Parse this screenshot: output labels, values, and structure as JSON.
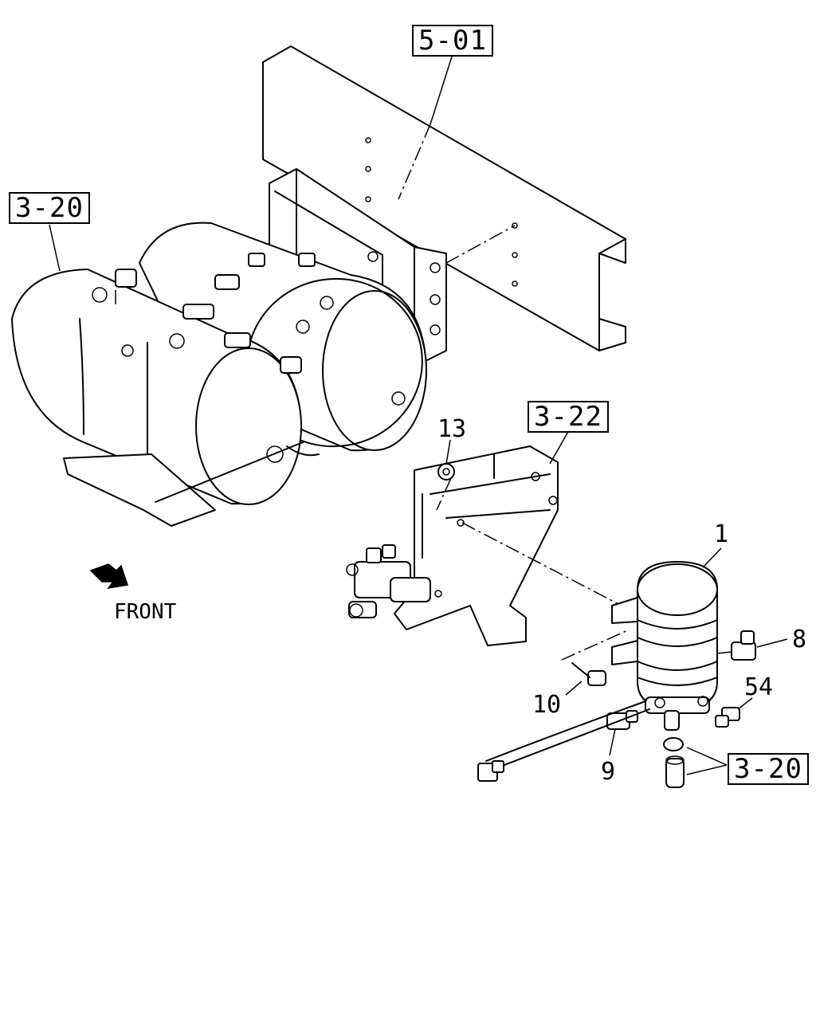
{
  "refs": {
    "frame": "5-01",
    "tanks": "3-20",
    "bracket": "3-22",
    "fittings": "3-20"
  },
  "parts": {
    "p1": "1",
    "p8": "8",
    "p9": "9",
    "p10": "10",
    "p13": "13",
    "p54": "54"
  },
  "direction": {
    "label": "FRONT",
    "icon": "arrow-icon"
  }
}
